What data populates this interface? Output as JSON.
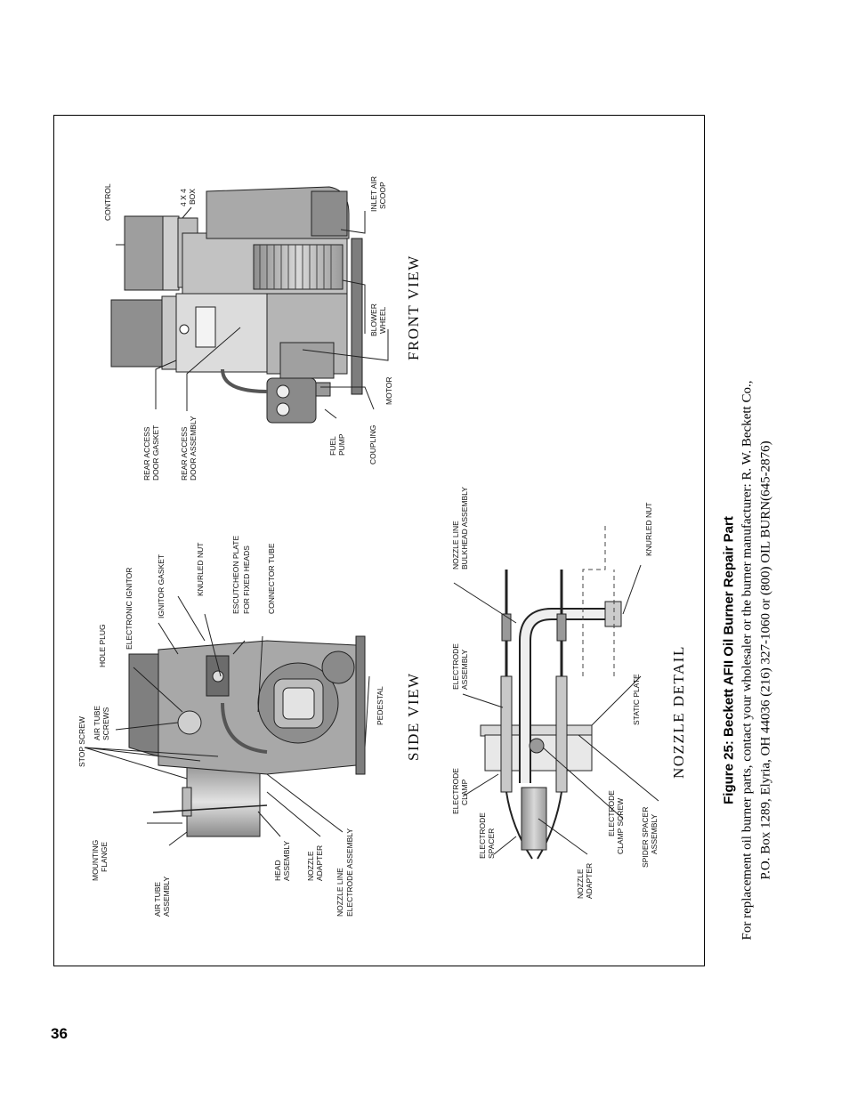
{
  "page": {
    "number": "36"
  },
  "figure": {
    "title": "Figure 25:  Beckett AFII Oil Burner Repair Part",
    "lines": [
      "For replacement oil burner parts, contact your wholesaler or the burner manufacturer:  R. W. Beckett Co.,",
      "P.O. Box 1289, Elyria, OH   44036    (216) 327-1060 or (800) OIL BURN(645-2876)"
    ]
  },
  "views": {
    "front": "FRONT VIEW",
    "side": "SIDE VIEW",
    "nozzle": "NOZZLE DETAIL"
  },
  "labels": {
    "control": "CONTROL",
    "box_1": "4 X 4",
    "box_2": "BOX",
    "inlet_1": "INLET AIR",
    "inlet_2": "SCOOP",
    "blower_1": "BLOWER",
    "blower_2": "WHEEL",
    "motor": "MOTOR",
    "coupling": "COUPLING",
    "fuel_1": "FUEL",
    "fuel_2": "PUMP",
    "rag_1": "REAR ACCESS",
    "rag_2": "DOOR GASKET",
    "rada_1": "REAR ACCESS",
    "rada_2": "DOOR ASSEMBLY",
    "stop_screw": "STOP SCREW",
    "air_tube_screws_1": "AIR TUBE",
    "air_tube_screws_2": "SCREWS",
    "hole_plug": "HOLE PLUG",
    "electronic_ignitor": "ELECTRONIC IGNITOR",
    "ignitor_gasket": "IGNITOR GASKET",
    "knurled_nut_side": "KNURLED NUT",
    "escutcheon_1": "ESCUTCHEON PLATE",
    "escutcheon_2": "FOR FIXED HEADS",
    "connector_tube": "CONNECTOR TUBE",
    "pedestal": "PEDESTAL",
    "mounting_1": "MOUNTING",
    "mounting_2": "FLANGE",
    "air_tube_assy_1": "AIR TUBE",
    "air_tube_assy_2": "ASSEMBLY",
    "head_1": "HEAD",
    "head_2": "ASSEMBLY",
    "nozzle_adapter_side_1": "NOZZLE",
    "nozzle_adapter_side_2": "ADAPTER",
    "nlea_1": "NOZZLE LINE",
    "nlea_2": "ELECTRODE ASSEMBLY",
    "nlba_1": "NOZZLE LINE",
    "nlba_2": "BULKHEAD ASSEMBLY",
    "electrode_assy_1": "ELECTRODE",
    "electrode_assy_2": "ASSEMBLY",
    "knurled_nut_nozzle": "KNURLED NUT",
    "static_plate": "STATIC PLATE",
    "electrode_clamp_1": "ELECTRODE",
    "electrode_clamp_2": "CLAMP",
    "electrode_spacer_1": "ELECTRODE",
    "electrode_spacer_2": "SPACER",
    "nozzle_adapter_det_1": "NOZZLE",
    "nozzle_adapter_det_2": "ADAPTER",
    "clamp_screw_1": "ELECTRODE",
    "clamp_screw_2": "CLAMP SCREW",
    "spider_1": "SPIDER SPACER",
    "spider_2": "ASSEMBLY"
  }
}
